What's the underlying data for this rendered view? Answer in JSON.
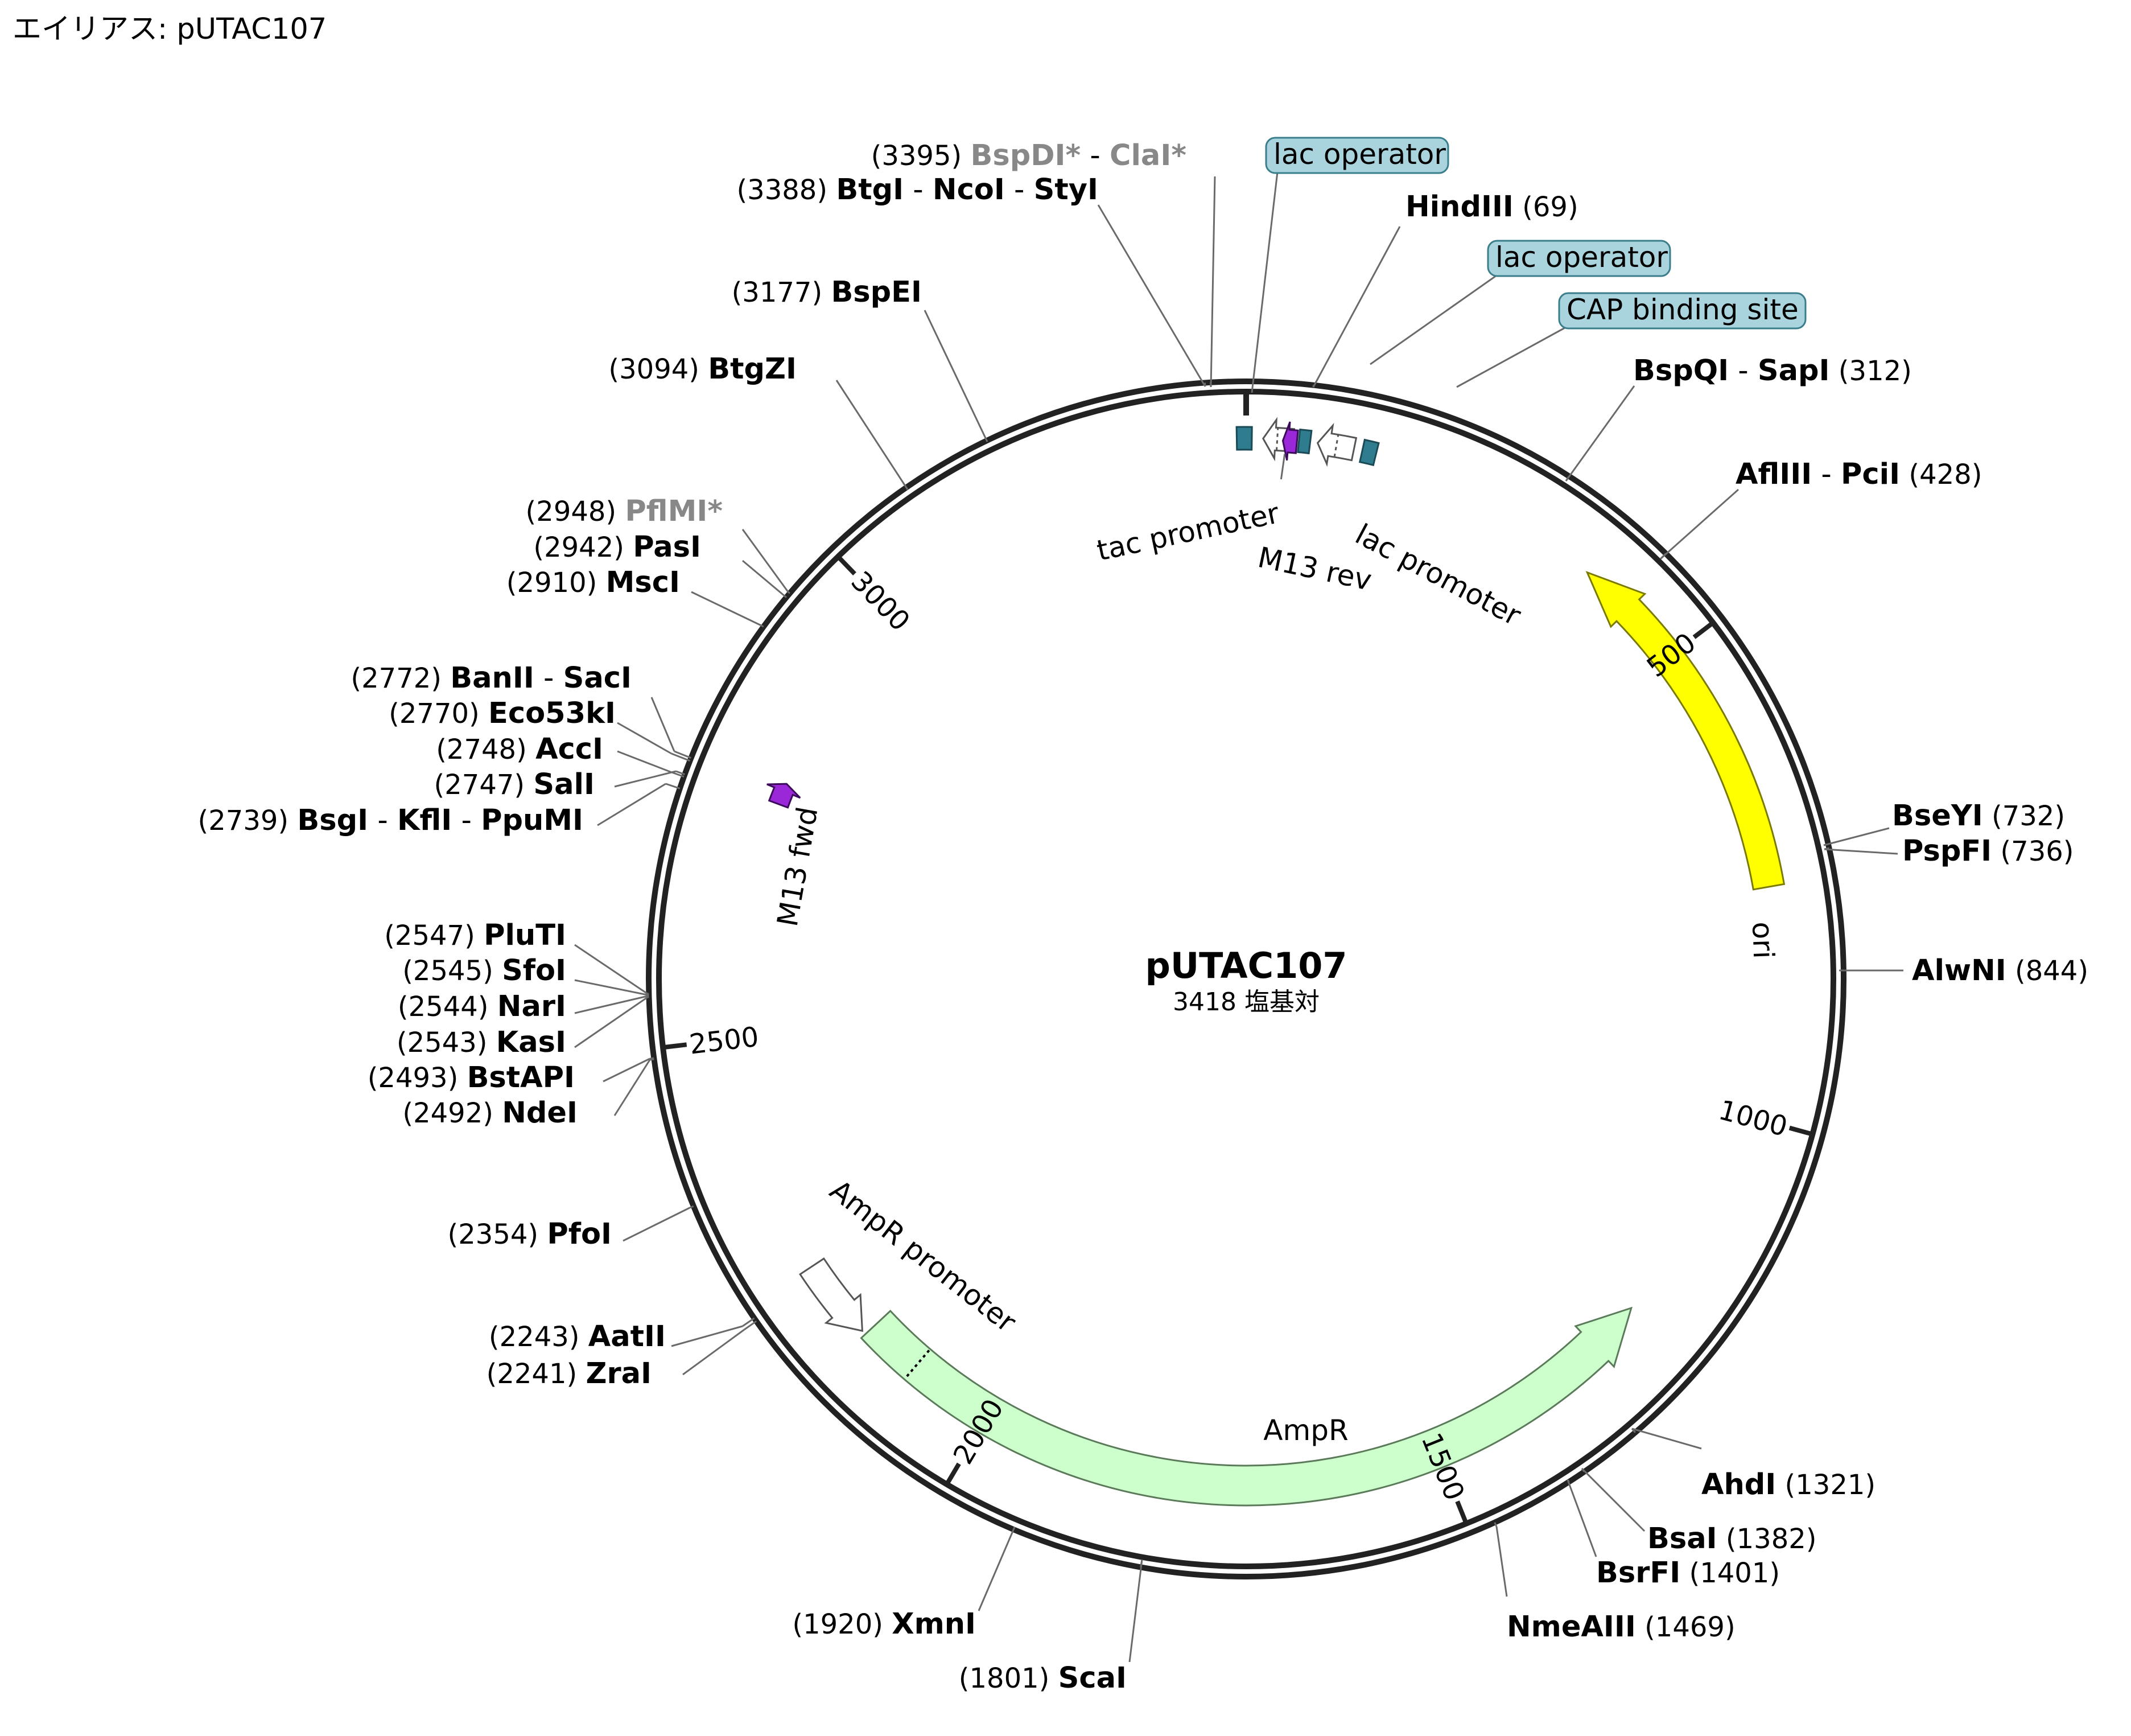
{
  "alias_label": "エイリアス:  pUTAC107",
  "plasmid": {
    "name": "pUTAC107",
    "length_label": "3418 塩基対",
    "length": 3418
  },
  "ticks": [
    "500",
    "1000",
    "1500",
    "2000",
    "2500",
    "3000"
  ],
  "features": {
    "ori": "ori",
    "ampr": "AmpR",
    "ampr_promoter": "AmpR promoter",
    "tac_promoter": "tac promoter",
    "lac_promoter": "lac promoter",
    "m13_rev": "M13 rev",
    "m13_fwd": "M13 fwd",
    "lac_operator_1": "lac operator",
    "lac_operator_2": "lac operator",
    "cap_site": "CAP binding site"
  },
  "colors": {
    "backbone": "#222222",
    "ori": "#ffff00",
    "ampr": "#ccffcc",
    "primer": "#9a28d8",
    "regulatory": "#2f7c8e",
    "bubble": "#a9d3dd"
  },
  "sites": [
    {
      "pos": "(3395)",
      "names": [
        "BspDI*",
        "ClaI*"
      ],
      "grey": true
    },
    {
      "pos": "(3388)",
      "names": [
        "BtgI",
        "NcoI",
        "StyI"
      ]
    },
    {
      "pos": "(3177)",
      "names": [
        "BspEI"
      ]
    },
    {
      "pos": "(3094)",
      "names": [
        "BtgZI"
      ]
    },
    {
      "pos": "(2948)",
      "names": [
        "PflMI*"
      ],
      "grey": true
    },
    {
      "pos": "(2942)",
      "names": [
        "PasI"
      ]
    },
    {
      "pos": "(2910)",
      "names": [
        "MscI"
      ]
    },
    {
      "pos": "(2772)",
      "names": [
        "BanII",
        "SacI"
      ]
    },
    {
      "pos": "(2770)",
      "names": [
        "Eco53kI"
      ]
    },
    {
      "pos": "(2748)",
      "names": [
        "AccI"
      ]
    },
    {
      "pos": "(2747)",
      "names": [
        "SalI"
      ]
    },
    {
      "pos": "(2739)",
      "names": [
        "BsgI",
        "KflI",
        "PpuMI"
      ]
    },
    {
      "pos": "(2547)",
      "names": [
        "PluTI"
      ]
    },
    {
      "pos": "(2545)",
      "names": [
        "SfoI"
      ]
    },
    {
      "pos": "(2544)",
      "names": [
        "NarI"
      ]
    },
    {
      "pos": "(2543)",
      "names": [
        "KasI"
      ]
    },
    {
      "pos": "(2493)",
      "names": [
        "BstAPI"
      ]
    },
    {
      "pos": "(2492)",
      "names": [
        "NdeI"
      ]
    },
    {
      "pos": "(2354)",
      "names": [
        "PfoI"
      ]
    },
    {
      "pos": "(2243)",
      "names": [
        "AatII"
      ]
    },
    {
      "pos": "(2241)",
      "names": [
        "ZraI"
      ]
    },
    {
      "pos": "(1920)",
      "names": [
        "XmnI"
      ]
    },
    {
      "pos": "(1801)",
      "names": [
        "ScaI"
      ]
    },
    {
      "pos": "(69)",
      "names": [
        "HindIII"
      ]
    },
    {
      "pos": "(312)",
      "names": [
        "BspQI",
        "SapI"
      ]
    },
    {
      "pos": "(428)",
      "names": [
        "AflIII",
        "PciI"
      ]
    },
    {
      "pos": "(732)",
      "names": [
        "BseYI"
      ]
    },
    {
      "pos": "(736)",
      "names": [
        "PspFI"
      ]
    },
    {
      "pos": "(844)",
      "names": [
        "AlwNI"
      ]
    },
    {
      "pos": "(1321)",
      "names": [
        "AhdI"
      ]
    },
    {
      "pos": "(1382)",
      "names": [
        "BsaI"
      ]
    },
    {
      "pos": "(1401)",
      "names": [
        "BsrFI"
      ]
    },
    {
      "pos": "(1469)",
      "names": [
        "NmeAIII"
      ]
    }
  ]
}
